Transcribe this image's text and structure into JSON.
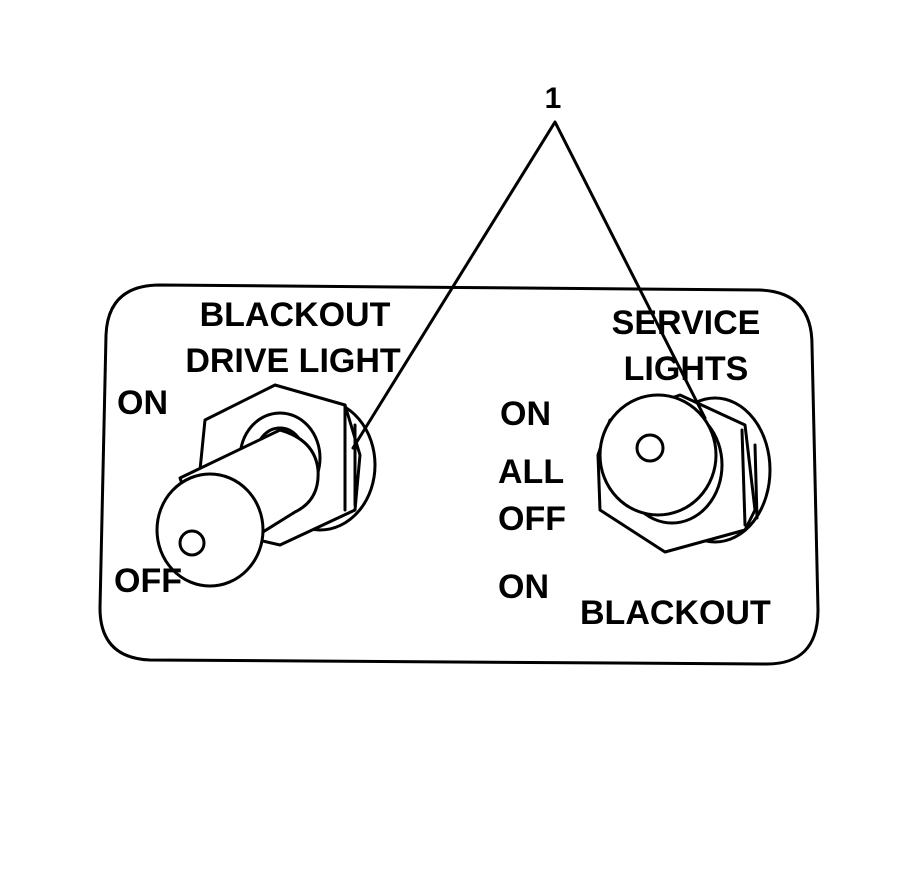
{
  "callout": {
    "number": "1"
  },
  "left_switch": {
    "title_line1": "BLACKOUT",
    "title_line2": "DRIVE LIGHT",
    "position_on": "ON",
    "position_off": "OFF"
  },
  "right_switch": {
    "title_line1": "SERVICE",
    "title_line2": "LIGHTS",
    "position_on_upper": "ON",
    "position_all": "ALL",
    "position_off": "OFF",
    "position_on_lower": "ON",
    "position_blackout": "BLACKOUT"
  },
  "colors": {
    "ink": "#000000",
    "paper": "#ffffff"
  }
}
